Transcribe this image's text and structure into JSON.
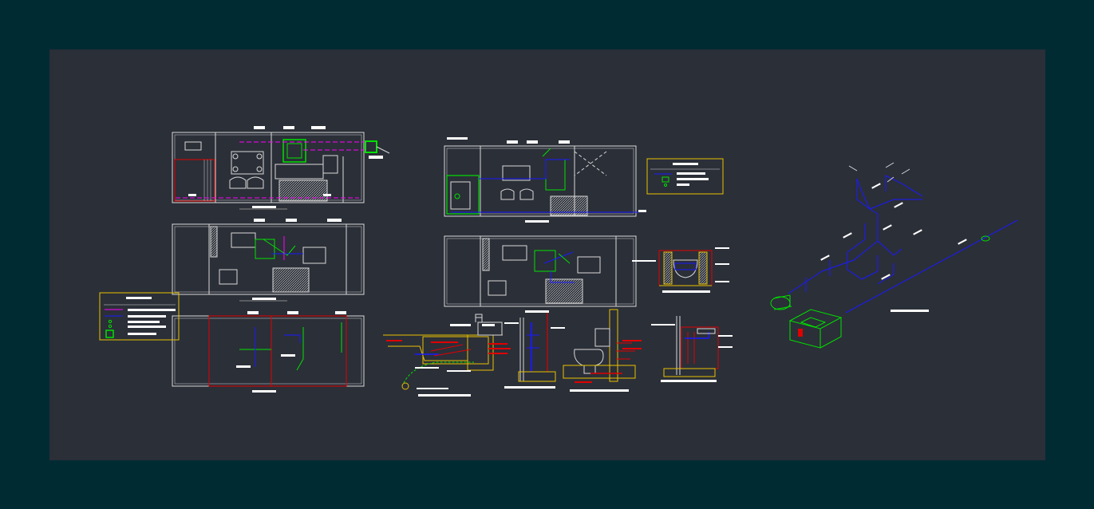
{
  "viewer": {
    "background_color": "#002b33",
    "drawing_background_color": "#2b2f38"
  },
  "drawing": {
    "layer_colors": {
      "walls": "#d8d8d8",
      "water_pipe": "#1a1aff",
      "drain_pipe": "#00e000",
      "gas_line": "#ff00ff",
      "border": "#e00000",
      "frame": "#e8c000",
      "label": "#ffffff"
    },
    "sheets": [
      "floor-plan-ground-left",
      "floor-plan-first-left",
      "floor-plan-roof-left",
      "legend-left",
      "floor-plan-ground-right",
      "floor-plan-first-right",
      "legend-right",
      "detail-trench",
      "detail-riser",
      "detail-toilet",
      "detail-heater",
      "detail-cabinet",
      "isometric-water"
    ]
  }
}
